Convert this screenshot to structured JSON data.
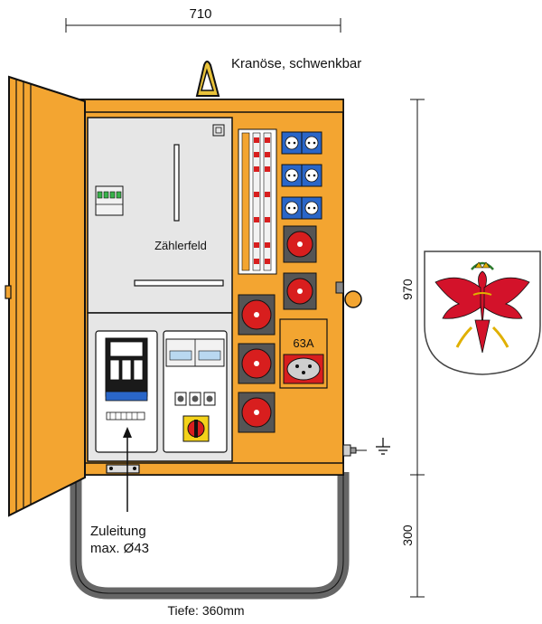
{
  "dimensions": {
    "width_label": "710",
    "height_label": "970",
    "stand_label": "300",
    "depth_label": "Tiefe: 360mm"
  },
  "labels": {
    "crane_eye": "Kranöse, schwenkbar",
    "meter_field": "Zählerfeld",
    "feed_line1": "Zuleitung",
    "feed_line2": "max. Ø43",
    "socket_63a": "63A"
  },
  "icons": {
    "crane": "crane-eye-icon",
    "ground": "ground-symbol-icon",
    "coat_of_arms": "tyrol-coat-of-arms-icon"
  },
  "colors": {
    "cabinet": "#f3a531",
    "door": "#f3a531",
    "panel_gray": "#e6e6e6",
    "cee_red": "#d81e1e",
    "schuko_blue": "#2a66c8",
    "stand": "#666666",
    "eagle_red": "#d3122a",
    "eagle_gold": "#e0b000"
  }
}
